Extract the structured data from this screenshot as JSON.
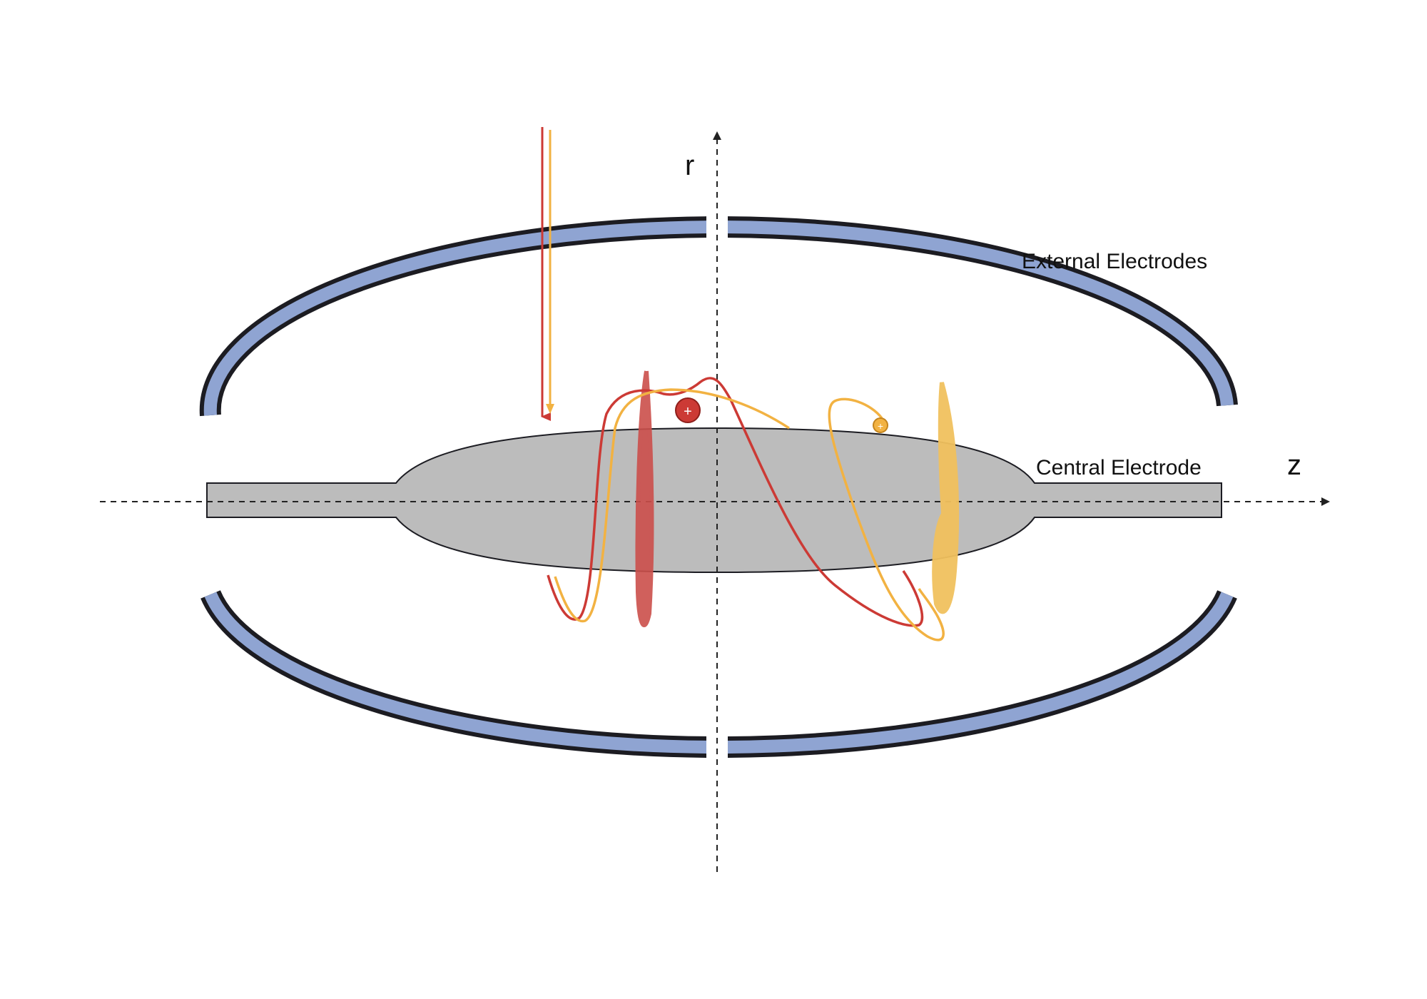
{
  "labels": {
    "external_electrodes": "External Electrodes",
    "central_electrode": "Central Electrode",
    "axis_r": "r",
    "axis_z": "z"
  },
  "ion_symbols": {
    "red_ion": "+",
    "yellow_ion": "+"
  },
  "colors": {
    "electrode_fill": "#8fa4d2",
    "electrode_border": "#1c1c22",
    "central_fill": "#bcbcbc",
    "red_ion": "#cc3a35",
    "yellow_ion": "#f2b242",
    "axis": "#222222"
  }
}
